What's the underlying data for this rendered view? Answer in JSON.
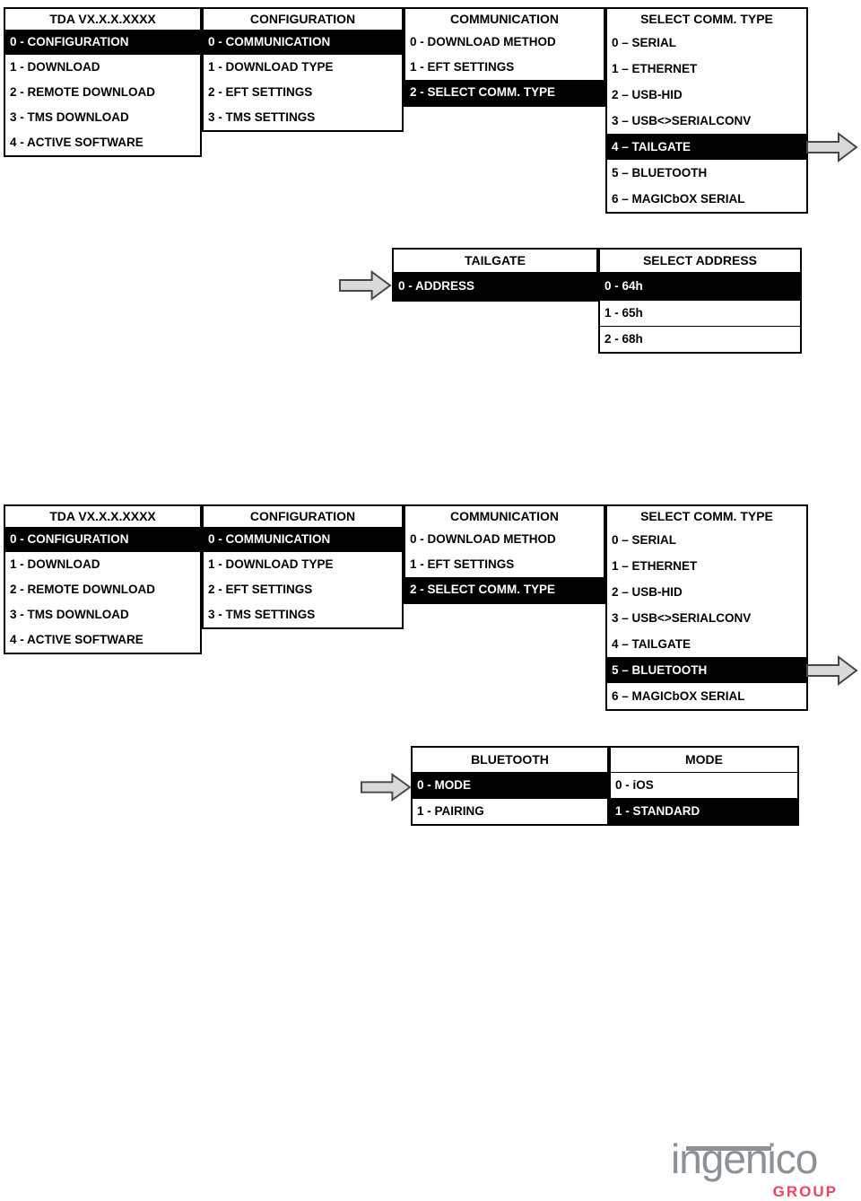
{
  "colors": {
    "highlight_bg": "#000000",
    "highlight_text": "#ffffff",
    "table_border": "#000000",
    "arrow_fill": "#d9d9d9",
    "arrow_stroke": "#474747",
    "logo_gray": "#8b9196",
    "logo_red": "#ee4464"
  },
  "diagram1": {
    "menus": [
      {
        "title": "TDA VX.X.X.XXXX",
        "items": [
          {
            "label": "0 - CONFIGURATION",
            "selected": true
          },
          {
            "label": "1 - DOWNLOAD",
            "selected": false
          },
          {
            "label": "2 - REMOTE DOWNLOAD",
            "selected": false
          },
          {
            "label": "3 - TMS DOWNLOAD",
            "selected": false
          },
          {
            "label": "4 - ACTIVE SOFTWARE",
            "selected": false
          }
        ]
      },
      {
        "title": "CONFIGURATION",
        "items": [
          {
            "label": "0 - COMMUNICATION",
            "selected": true
          },
          {
            "label": "1 - DOWNLOAD TYPE",
            "selected": false
          },
          {
            "label": "2 - EFT SETTINGS",
            "selected": false
          },
          {
            "label": "3 - TMS SETTINGS",
            "selected": false
          }
        ]
      },
      {
        "title": "COMMUNICATION",
        "items": [
          {
            "label": "0 - DOWNLOAD METHOD",
            "selected": false
          },
          {
            "label": "1 - EFT SETTINGS",
            "selected": false
          },
          {
            "label": "2 - SELECT COMM. TYPE",
            "selected": true
          }
        ]
      },
      {
        "title": "SELECT COMM. TYPE",
        "items": [
          {
            "label": "0 – SERIAL",
            "selected": false
          },
          {
            "label": "1 – ETHERNET",
            "selected": false
          },
          {
            "label": "2 – USB-HID",
            "selected": false
          },
          {
            "label": "3 – USB<>SERIALCONV",
            "selected": false
          },
          {
            "label": "4 – TAILGATE",
            "selected": true
          },
          {
            "label": "5 – BLUETOOTH",
            "selected": false
          },
          {
            "label": "6 – MAGICbOX SERIAL",
            "selected": false
          }
        ]
      }
    ],
    "flow_arrow": "right-block-arrow",
    "submenu": {
      "entry_arrow": "right-block-arrow",
      "tables": [
        {
          "title": "TAILGATE",
          "items": [
            {
              "label": "0 - ADDRESS",
              "selected": true
            }
          ]
        },
        {
          "title": "SELECT ADDRESS",
          "items": [
            {
              "label": "0 - 64h",
              "selected": true
            },
            {
              "label": "1 - 65h",
              "selected": false
            },
            {
              "label": "2 - 68h",
              "selected": false
            }
          ]
        }
      ]
    }
  },
  "diagram2": {
    "menus": [
      {
        "title": "TDA VX.X.X.XXXX",
        "items": [
          {
            "label": "0 - CONFIGURATION",
            "selected": true
          },
          {
            "label": "1 - DOWNLOAD",
            "selected": false
          },
          {
            "label": "2 - REMOTE DOWNLOAD",
            "selected": false
          },
          {
            "label": "3 - TMS DOWNLOAD",
            "selected": false
          },
          {
            "label": "4 - ACTIVE SOFTWARE",
            "selected": false
          }
        ]
      },
      {
        "title": "CONFIGURATION",
        "items": [
          {
            "label": "0 - COMMUNICATION",
            "selected": true
          },
          {
            "label": "1 - DOWNLOAD TYPE",
            "selected": false
          },
          {
            "label": "2 - EFT SETTINGS",
            "selected": false
          },
          {
            "label": "3 - TMS SETTINGS",
            "selected": false
          }
        ]
      },
      {
        "title": "COMMUNICATION",
        "items": [
          {
            "label": "0 - DOWNLOAD METHOD",
            "selected": false
          },
          {
            "label": "1 - EFT SETTINGS",
            "selected": false
          },
          {
            "label": "2 - SELECT COMM. TYPE",
            "selected": true
          }
        ]
      },
      {
        "title": "SELECT COMM. TYPE",
        "items": [
          {
            "label": "0 – SERIAL",
            "selected": false
          },
          {
            "label": "1 – ETHERNET",
            "selected": false
          },
          {
            "label": "2 – USB-HID",
            "selected": false
          },
          {
            "label": "3 – USB<>SERIALCONV",
            "selected": false
          },
          {
            "label": "4 – TAILGATE",
            "selected": false
          },
          {
            "label": "5 – BLUETOOTH",
            "selected": true
          },
          {
            "label": "6 – MAGICbOX SERIAL",
            "selected": false
          }
        ]
      }
    ],
    "flow_arrow": "right-block-arrow",
    "submenu": {
      "entry_arrow": "right-block-arrow",
      "tables": [
        {
          "title": "BLUETOOTH",
          "items": [
            {
              "label": "0 - MODE",
              "selected": true
            },
            {
              "label": "1 - PAIRING",
              "selected": false
            }
          ]
        },
        {
          "title": "MODE",
          "items": [
            {
              "label": "0 - iOS",
              "selected": false
            },
            {
              "label": "1 - STANDARD",
              "selected": true
            }
          ]
        }
      ]
    }
  },
  "footer_logo": {
    "brand": "ingenico",
    "tagline": "GROUP"
  }
}
